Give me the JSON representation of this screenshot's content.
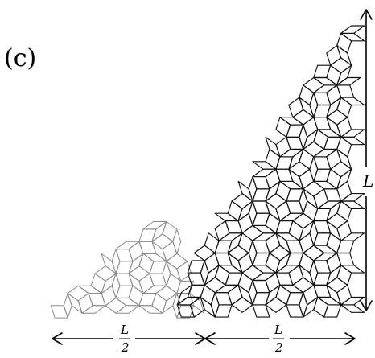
{
  "panel_label": "(c)",
  "height_label": "L",
  "left_width": {
    "numerator": "L",
    "denominator": "2"
  },
  "right_width": {
    "numerator": "L",
    "denominator": "2"
  },
  "colors": {
    "foreground_tiling": "#111111",
    "background_tiling": "#8a8a8a",
    "arrows": "#000000"
  }
}
